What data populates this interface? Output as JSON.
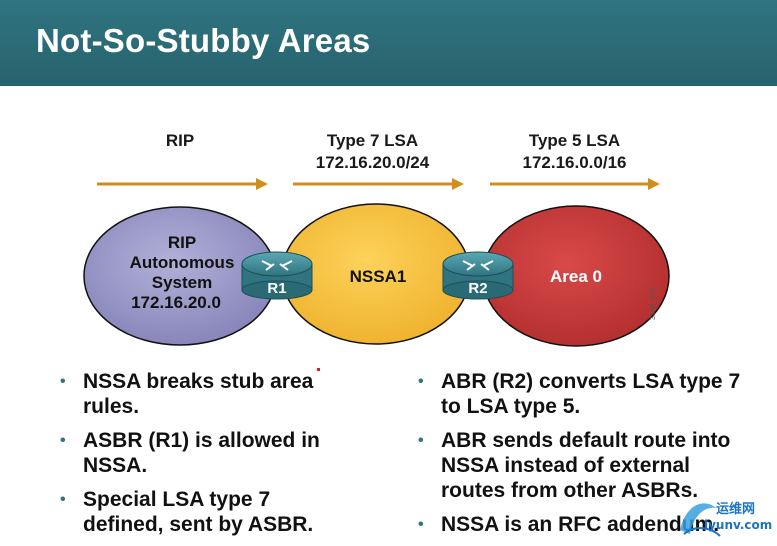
{
  "title": "Not-So-Stubby Areas",
  "flow_labels": [
    {
      "line1": "RIP",
      "line2": ""
    },
    {
      "line1": "Type 7 LSA",
      "line2": "172.16.20.0/24"
    },
    {
      "line1": "Type 5 LSA",
      "line2": "172.16.0.0/16"
    }
  ],
  "areas": {
    "rip": {
      "lines": [
        "RIP",
        "Autonomous",
        "System",
        "172.16.20.0"
      ]
    },
    "nssa": {
      "label": "NSSA1"
    },
    "area0": {
      "label": "Area 0"
    }
  },
  "routers": {
    "r1": "R1",
    "r2": "R2"
  },
  "slide_code": "314P_073",
  "bullets_left": [
    {
      "lines": [
        "NSSA breaks stub area",
        "rules."
      ]
    },
    {
      "lines": [
        "ASBR (R1) is allowed in",
        "NSSA."
      ]
    },
    {
      "lines": [
        "Special LSA type 7",
        "defined, sent by ASBR."
      ]
    }
  ],
  "bullets_right": [
    {
      "lines": [
        "ABR (R2) converts LSA type 7",
        "to LSA type 5."
      ]
    },
    {
      "lines": [
        "ABR sends default route into",
        "NSSA instead of external",
        "routes from other ASBRs."
      ]
    },
    {
      "lines": [
        "NSSA is an RFC addendum."
      ]
    }
  ],
  "bullet_glyph": "•",
  "watermark": {
    "text1": "运维网",
    "text2": "iyunv.com"
  },
  "colors": {
    "header": "#2f7480",
    "arrow": "#d08e1c",
    "rip_fill": "#9a98c6",
    "nssa_fill": "#f6bf3b",
    "area0_fill": "#c93a3a",
    "router": "#3f8f9a"
  }
}
